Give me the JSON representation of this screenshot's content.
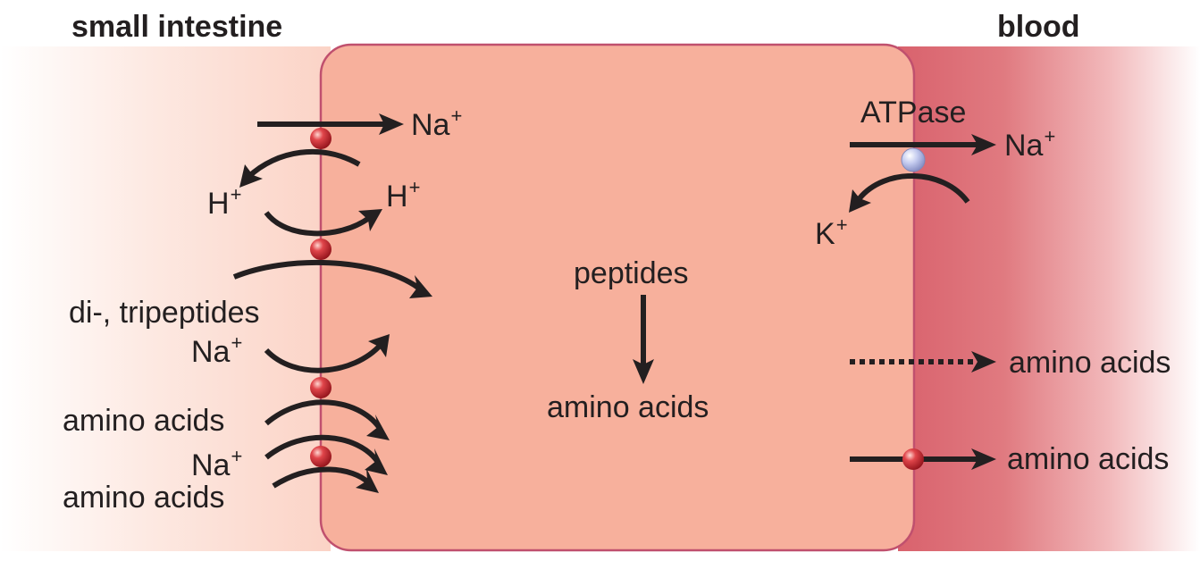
{
  "headers": {
    "left": "small intestine",
    "right": "blood"
  },
  "apical_labels": {
    "na_in": {
      "text": "Na",
      "charge": "+"
    },
    "h_out": {
      "text": "H",
      "charge": "+"
    },
    "h_in": {
      "text": "H",
      "charge": "+"
    },
    "di_tripeptides": "di-, tripeptides",
    "na_peptide": {
      "text": "Na",
      "charge": "+"
    },
    "amino_acids_1": "amino acids",
    "na_amino": {
      "text": "Na",
      "charge": "+"
    },
    "amino_acids_2": "amino acids"
  },
  "cell_labels": {
    "peptides": "peptides",
    "amino_acids": "amino acids"
  },
  "basolateral_labels": {
    "atpase": "ATPase",
    "na_out": {
      "text": "Na",
      "charge": "+"
    },
    "k_in": {
      "text": "K",
      "charge": "+"
    },
    "amino_acids_diffusion": "amino acids",
    "amino_acids_carrier": "amino acids"
  },
  "colors": {
    "cell_fill": "#f7b09c",
    "cell_border": "#c0506e",
    "blood_fill": "#e07a80",
    "lumen_fill": "#fde1d8",
    "transporter_red": "#c8232c",
    "atpase_blue": "#b9c0e6",
    "arrow": "#231f20"
  },
  "icons": {
    "transporter": "red-sphere-transporter",
    "pump": "blue-sphere-atpase"
  }
}
